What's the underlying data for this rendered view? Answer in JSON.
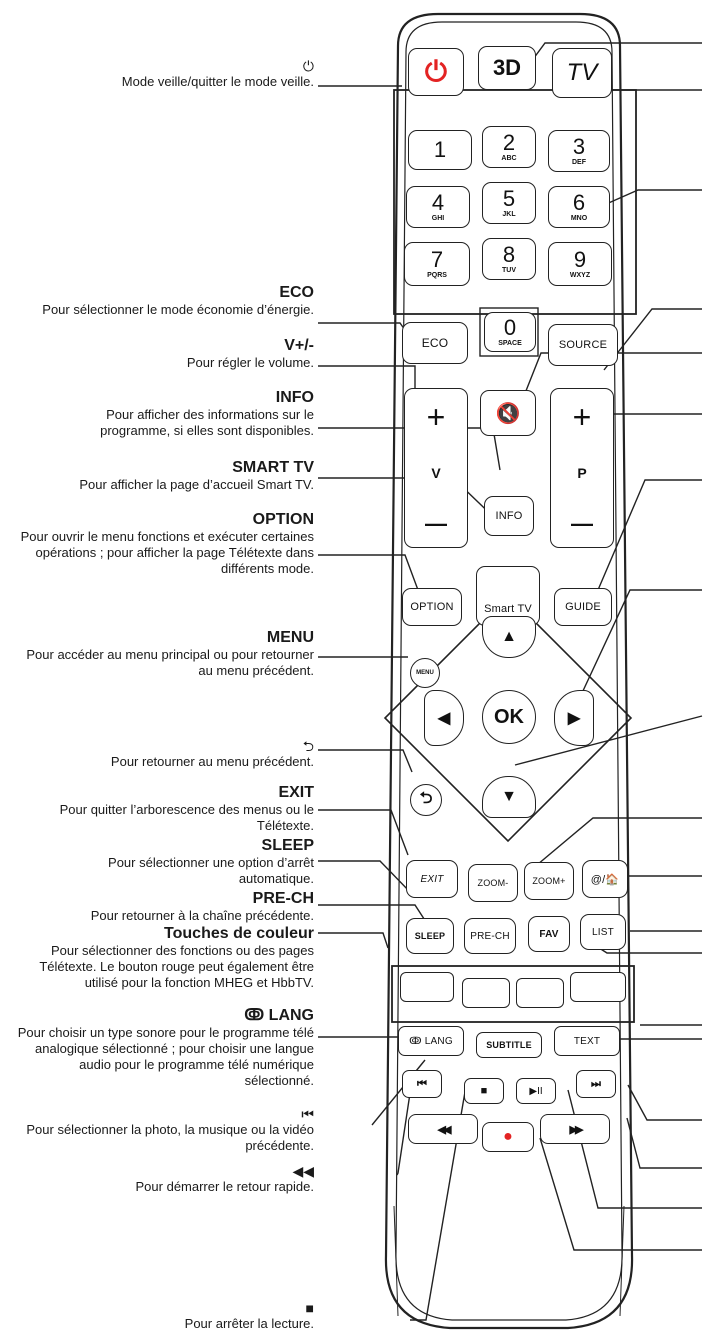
{
  "annotations": [
    {
      "id": "standby",
      "symbol": "⏻",
      "title": "",
      "desc": "Mode veille/quitter le mode veille."
    },
    {
      "id": "eco",
      "symbol": "",
      "title": "ECO",
      "desc": "Pour sélectionner le mode économie d’énergie."
    },
    {
      "id": "volume",
      "symbol": "",
      "title": "V+/-",
      "desc": "Pour régler le volume."
    },
    {
      "id": "info",
      "symbol": "",
      "title": "INFO",
      "desc": "Pour afficher des informations sur le programme, si elles sont disponibles."
    },
    {
      "id": "smarttv",
      "symbol": "",
      "title": "SMART TV",
      "desc": "Pour afficher la page d’accueil Smart TV."
    },
    {
      "id": "option",
      "symbol": "",
      "title": "OPTION",
      "desc": "Pour ouvrir le menu fonctions et exécuter certaines opérations ; pour afficher la page Télétexte dans différents mode."
    },
    {
      "id": "menu",
      "symbol": "",
      "title": "MENU",
      "desc": "Pour accéder au menu principal ou pour retourner au menu précédent."
    },
    {
      "id": "back",
      "symbol": "⮌",
      "title": "",
      "desc": "Pour retourner au menu précédent."
    },
    {
      "id": "exit",
      "symbol": "",
      "title": "EXIT",
      "desc": "Pour quitter l’arborescence des menus ou le Télétexte."
    },
    {
      "id": "sleep",
      "symbol": "",
      "title": "SLEEP",
      "desc": "Pour sélectionner une option d’arrêt automatique."
    },
    {
      "id": "prech",
      "symbol": "",
      "title": "PRE-CH",
      "desc": "Pour retourner à la chaîne précédente."
    },
    {
      "id": "color",
      "symbol": "",
      "title": "Touches de couleur",
      "desc": "Pour sélectionner des fonctions ou des pages Télétexte. Le bouton rouge peut également être utilisé pour la fonction MHEG et HbbTV."
    },
    {
      "id": "lang",
      "symbol": "",
      "title": "ↂ LANG",
      "desc": "Pour choisir un type sonore pour le programme télé analogique sélectionné ; pour choisir une langue audio pour le programme télé numérique sélectionné."
    },
    {
      "id": "prev",
      "symbol": "⏮",
      "title": "",
      "desc": "Pour sélectionner la photo, la musique ou la vidéo précédente."
    },
    {
      "id": "rewind",
      "symbol": "◀◀",
      "title": "",
      "desc": "Pour démarrer le retour rapide."
    },
    {
      "id": "stop",
      "symbol": "■",
      "title": "",
      "desc": "Pour arrêter la lecture."
    }
  ],
  "remote": {
    "top_row": {
      "power": "⏻",
      "three_d": "3D",
      "tv": "TV"
    },
    "digits": [
      {
        "n": "1",
        "s": ""
      },
      {
        "n": "2",
        "s": "ABC"
      },
      {
        "n": "3",
        "s": "DEF"
      },
      {
        "n": "4",
        "s": "GHI"
      },
      {
        "n": "5",
        "s": "JKL"
      },
      {
        "n": "6",
        "s": "MNO"
      },
      {
        "n": "7",
        "s": "PQRS"
      },
      {
        "n": "8",
        "s": "TUV"
      },
      {
        "n": "9",
        "s": "WXYZ"
      },
      {
        "n": "0",
        "s": "SPACE"
      }
    ],
    "eco": "ECO",
    "source": "SOURCE",
    "mute": "🔇",
    "vol_plus": "+",
    "vol_label": "V",
    "vol_minus": "—",
    "ch_plus": "+",
    "ch_label": "P",
    "ch_minus": "—",
    "info": "INFO",
    "option": "OPTION",
    "smart_tv": "Smart TV",
    "guide": "GUIDE",
    "menu": "MENU",
    "ok": "OK",
    "up": "▲",
    "down": "▼",
    "left": "◀",
    "right": "▶",
    "back": "⮌",
    "exit": "EXIT",
    "zoom_minus": "ZOOM-",
    "zoom_plus": "ZOOM+",
    "internet_home": "@/🏠",
    "sleep": "SLEEP",
    "pre_ch": "PRE-CH",
    "fav": "FAV",
    "list": "LIST",
    "lang": "ↂ LANG",
    "subtitle": "SUBTITLE",
    "text": "TEXT",
    "prev": "⏮",
    "stop": "■",
    "play_pause": "▶II",
    "next": "⏭",
    "rew": "◀◀",
    "rec": "●",
    "ff": "▶▶",
    "colors": {
      "red": "#e32323",
      "body_stroke": "#222222"
    }
  }
}
